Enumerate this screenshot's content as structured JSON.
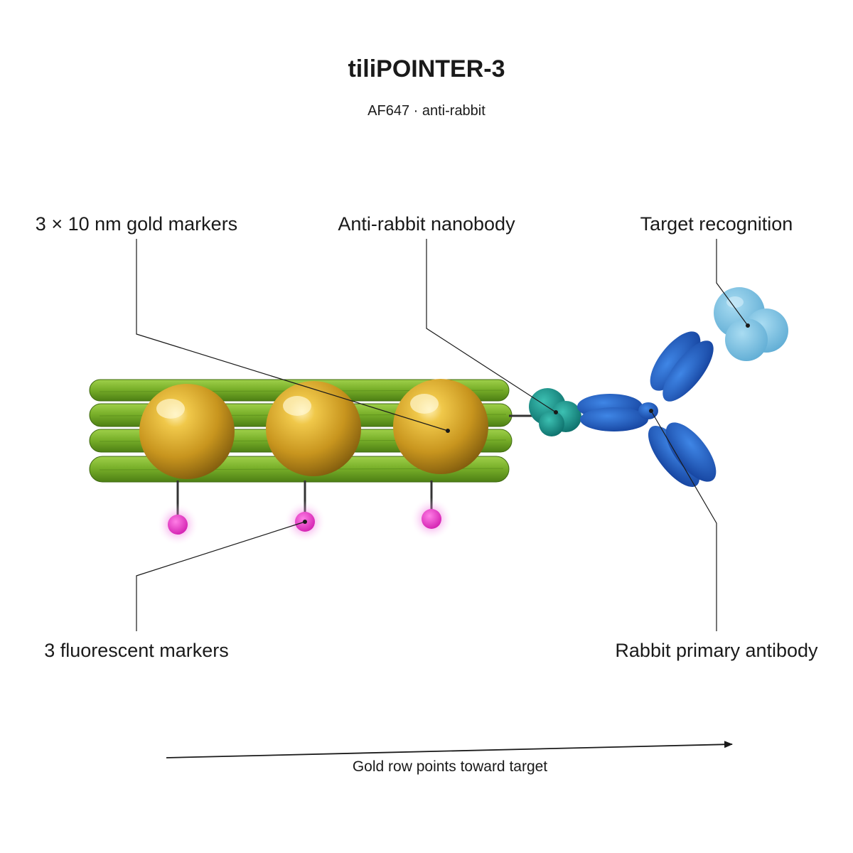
{
  "header": {
    "title": "tiliPOINTER-3",
    "subtitle": "AF647 · anti-rabbit"
  },
  "labels": {
    "gold_markers": "3 × 10 nm gold markers",
    "nanobody": "Anti-rabbit nanobody",
    "target_recognition": "Target recognition",
    "fluorescent_markers": "3 fluorescent markers",
    "primary_antibody": "Rabbit primary antibody"
  },
  "footer": {
    "arrow_caption": "Gold row points toward target"
  },
  "colors": {
    "rod": "#6fa21f",
    "gold": "#d9a52a",
    "fluorophore": "#e83cc4",
    "nanobody": "#1a8f8a",
    "antibody": "#1f5ec4",
    "target": "#7ec4e4"
  }
}
